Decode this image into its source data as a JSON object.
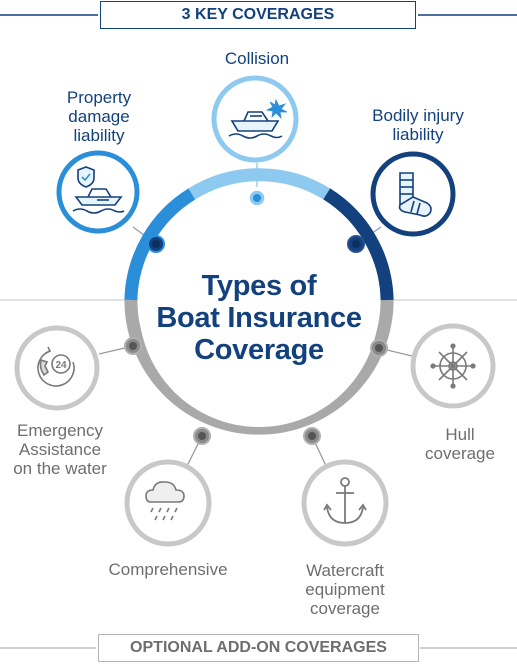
{
  "header": {
    "key_coverages_label": "3 KEY COVERAGES"
  },
  "footer": {
    "optional_label": "OPTIONAL ADD-ON COVERAGES"
  },
  "center": {
    "line1": "Types of",
    "line2": "Boat Insurance",
    "line3": "Coverage"
  },
  "key_coverages": [
    {
      "name": "Collision",
      "icon": "boat-collision-icon"
    },
    {
      "name": "Property damage liability",
      "line1": "Property",
      "line2": "damage",
      "line3": "liability",
      "icon": "boat-shield-icon"
    },
    {
      "name": "Bodily injury liability",
      "line1": "Bodily injury",
      "line2": "liability",
      "icon": "bandaged-arm-icon"
    }
  ],
  "optional_coverages": [
    {
      "name": "Emergency Assistance on the water",
      "line1": "Emergency",
      "line2": "Assistance",
      "line3": "on the water",
      "icon": "24-hour-phone-icon"
    },
    {
      "name": "Comprehensive",
      "icon": "storm-cloud-icon"
    },
    {
      "name": "Watercraft equipment coverage",
      "line1": "Watercraft",
      "line2": "equipment",
      "line3": "coverage",
      "icon": "anchor-icon"
    },
    {
      "name": "Hull coverage",
      "line1": "Hull",
      "line2": "coverage",
      "icon": "ship-wheel-icon"
    }
  ],
  "colors": {
    "navy": "#13417e",
    "light_blue": "#8ec9ef",
    "mid_blue": "#2a8fd8",
    "gray_ring": "#a9a9a9",
    "gray_text": "#6e6e6e"
  }
}
